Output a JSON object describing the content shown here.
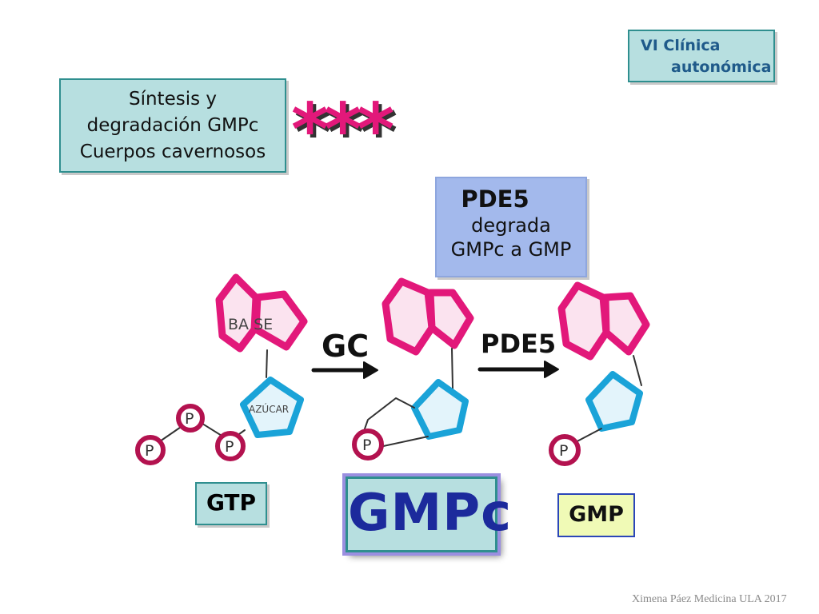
{
  "header_box": {
    "line1": "VI Clínica",
    "line2": "autonómica"
  },
  "synthesis_box": {
    "line1": "Síntesis y",
    "line2": "degradación GMPc",
    "line3": "Cuerpos cavernosos"
  },
  "stars": "***",
  "pde5_box": {
    "title": "PDE5",
    "line1": "degrada",
    "line2": "GMPc a GMP"
  },
  "arrows": {
    "gc_label": "GC",
    "pde5_label": "PDE5"
  },
  "molecules": {
    "gtp": {
      "label": "GTP",
      "base_text": "BA SE",
      "sugar_text": "AZÚCAR",
      "phosphate": "P"
    },
    "gmpc": {
      "label": "GMPc",
      "phosphate": "P"
    },
    "gmp": {
      "label": "GMP",
      "phosphate": "P"
    }
  },
  "credit": "Ximena Páez Medicina ULA 2017",
  "colors": {
    "base_ring": "#e2187a",
    "sugar_ring": "#1aa3d8",
    "teal_box": "#b7dfe0",
    "pde5_box": "#a3b9ec",
    "gmp_box": "#f0fab6"
  }
}
